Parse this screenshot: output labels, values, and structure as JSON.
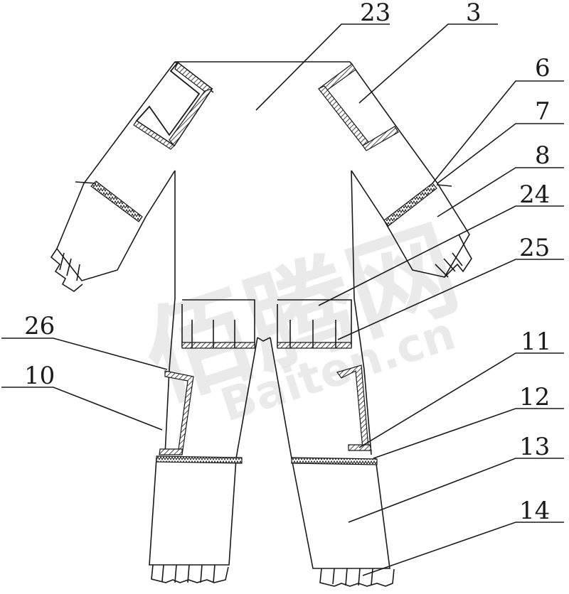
{
  "watermark": {
    "chinese": "佰腾网",
    "latin": "Baiten.cn"
  },
  "labels": {
    "l23": "23",
    "l3": "3",
    "l6": "6",
    "l7": "7",
    "l8": "8",
    "l24": "24",
    "l25": "25",
    "l26": "26",
    "l10": "10",
    "l11": "11",
    "l12": "12",
    "l13": "13",
    "l14": "14"
  }
}
